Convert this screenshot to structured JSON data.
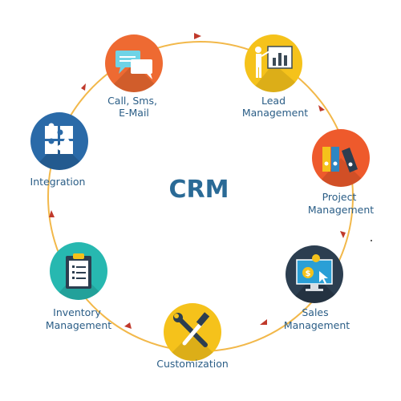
{
  "center_title": "CRM",
  "colors": {
    "ring": "#f2b84a",
    "arrow": "#c0392b",
    "text": "#2a5d86",
    "call_circle": "#ee6a32",
    "lead_circle": "#f5c21b",
    "project_circle": "#ee5a2c",
    "sales_circle": "#2c3e50",
    "custom_circle": "#f5c21b",
    "inventory_circle": "#27b8b0",
    "integration_circle": "#2a6aa8"
  },
  "nodes": [
    {
      "id": "call",
      "icon": "chat-bubbles-icon",
      "lines": [
        "Call, Sms,",
        "E-Mail"
      ]
    },
    {
      "id": "lead",
      "icon": "presentation-board-icon",
      "lines": [
        "Lead",
        "Management"
      ]
    },
    {
      "id": "project",
      "icon": "binders-icon",
      "lines": [
        "Project",
        "Management"
      ]
    },
    {
      "id": "sales",
      "icon": "monitor-dollar-icon",
      "lines": [
        "Sales",
        "Management"
      ]
    },
    {
      "id": "custom",
      "icon": "wrench-hammer-icon",
      "lines": [
        "Customization"
      ]
    },
    {
      "id": "inventory",
      "icon": "clipboard-icon",
      "lines": [
        "Inventory",
        "Management"
      ]
    },
    {
      "id": "integration",
      "icon": "puzzle-icon",
      "lines": [
        "Integration"
      ]
    }
  ]
}
